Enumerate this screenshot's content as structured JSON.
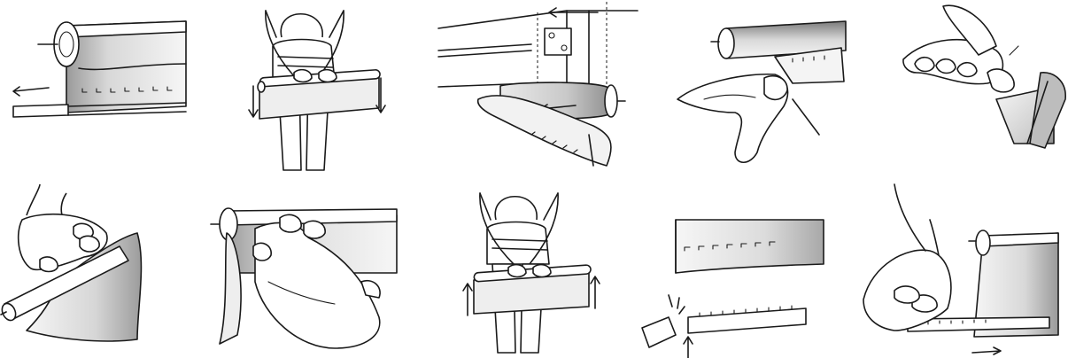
{
  "figure": {
    "panel_count": 10,
    "rows": 2,
    "columns": 5,
    "colors": {
      "ink": "#1a1a1a",
      "background": "#ffffff",
      "shade_dark": "#9a9a9a",
      "shade_light": "#f2f2f2"
    },
    "panels": [
      {
        "id": 1,
        "icon": "roller-and-peeled-strip-icon"
      },
      {
        "id": 2,
        "icon": "person-lowering-bar-icon"
      },
      {
        "id": 3,
        "icon": "roller-in-wall-bracket-icon"
      },
      {
        "id": 4,
        "icon": "fingers-tearing-fabric-icon"
      },
      {
        "id": 5,
        "icon": "hand-pulling-fabric-icon"
      },
      {
        "id": 6,
        "icon": "hand-rolling-fabric-icon"
      },
      {
        "id": 7,
        "icon": "hands-smoothing-fabric-icon"
      },
      {
        "id": 8,
        "icon": "person-raising-bar-icon"
      },
      {
        "id": 9,
        "icon": "cutting-bar-to-length-icon"
      },
      {
        "id": 10,
        "icon": "hand-sliding-bar-in-icon"
      }
    ]
  }
}
